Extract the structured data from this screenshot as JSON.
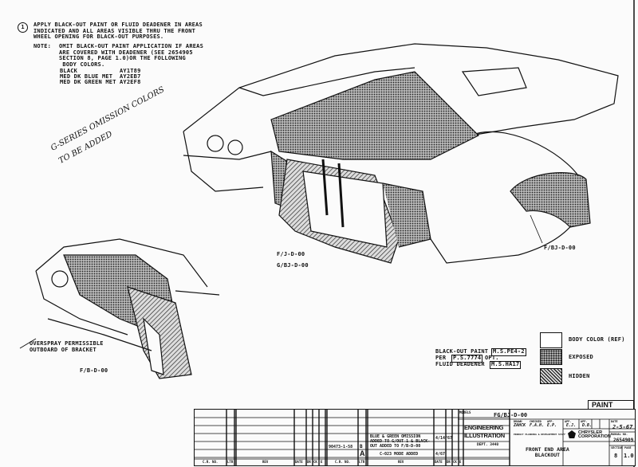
{
  "notes": {
    "note_number": "1",
    "instruction": "APPLY BLACK-OUT PAINT OR FLUID DEADENER IN AREAS\nINDICATED AND ALL AREAS VISIBLE THRU THE FRONT\nWHEEL OPENING FOR BLACK-OUT PURPOSES.",
    "note_label": "NOTE:",
    "note_text": "OMIT BLACK-OUT PAINT APPLICATION IF AREAS\nARE COVERED WITH DEADENER (SEE 2654905\nSECTION 8, PAGE 1.0)OR THE FOLLOWING\n BODY COLORS.",
    "colors": [
      {
        "name": "BLACK",
        "code": "AY1T89"
      },
      {
        "name": "MED DK BLUE MET",
        "code": "AY2EB7"
      },
      {
        "name": "MED DK GREEN MET",
        "code": "AY2EF8"
      }
    ],
    "handwritten": [
      "G-SERIES OMISSION COLORS",
      "TO BE ADDED"
    ]
  },
  "labels": {
    "main_view_1": "F/J-D-00",
    "main_view_2": "G/BJ-D-00",
    "fender_view": "F/BJ-D-00",
    "bracket_view": "F/B-D-00",
    "overspray": "OVERSPRAY PERMISSIBLE\nOUTBOARD OF BRACKET"
  },
  "spec": {
    "line1": "BLACK-OUT PAINT",
    "spec1": "M.S.PE4-2",
    "line2": "PER",
    "spec2": "P.S.7774",
    "opt": "OPT.",
    "line3": "FLUID DEADENER",
    "spec3": "M.S.HA17"
  },
  "legend": [
    {
      "label": "BODY COLOR (REF)",
      "pattern": "blank"
    },
    {
      "label": "EXPOSED",
      "pattern": "dots"
    },
    {
      "label": "HIDDEN",
      "pattern": "hatch"
    }
  ],
  "title_block": {
    "category": "PAINT",
    "models_label": "MODELS",
    "models": "FG/BJ-D-00",
    "dept_title": "ENGINEERING\nILLUSTRATION",
    "dept": "DEPT. 3440",
    "drawn_label": "DRAWN",
    "drawn": "ZAHCK",
    "checked_label": "CHECKED",
    "checked": "F.A.H.",
    "app1_label": "APP.",
    "app1": "E.P.",
    "app2_label": "APP.",
    "app2": "E.J.",
    "app3_label": "APP.",
    "app3": "D.B.",
    "date_label": "DATE",
    "date": "2-5-67",
    "manual_label": "MANUAL NO.",
    "manual": "2654909",
    "company_line": "PRODUCT PLANNING & DEVELOPMENT STAFF",
    "company": "CHRYSLER\nCORPORATION",
    "title": "FRONT END AREA\nBLACKOUT",
    "section_label": "SECTION",
    "section": "8",
    "page_label": "PAGE",
    "page": "1.0",
    "revisions": [
      {
        "cr": "90473-1-58",
        "ltr": "B",
        "desc": "BLUE & GREEN OMISSION\nADDED TO G/OUT 1 & BLACK-\nOUT ADDED TO F/B-D-00",
        "date": "4/14/67"
      },
      {
        "cr": "",
        "ltr": "A",
        "desc": "C-023 MODE ADDED",
        "date": "4/67"
      }
    ],
    "col_headers": [
      "C.R. NO.",
      "LTR",
      "REV",
      "DATE",
      "DR",
      "CK",
      "E",
      "C.R. NO.",
      "LTR",
      "REV",
      "DATE",
      "DR",
      "CK",
      "E"
    ]
  }
}
